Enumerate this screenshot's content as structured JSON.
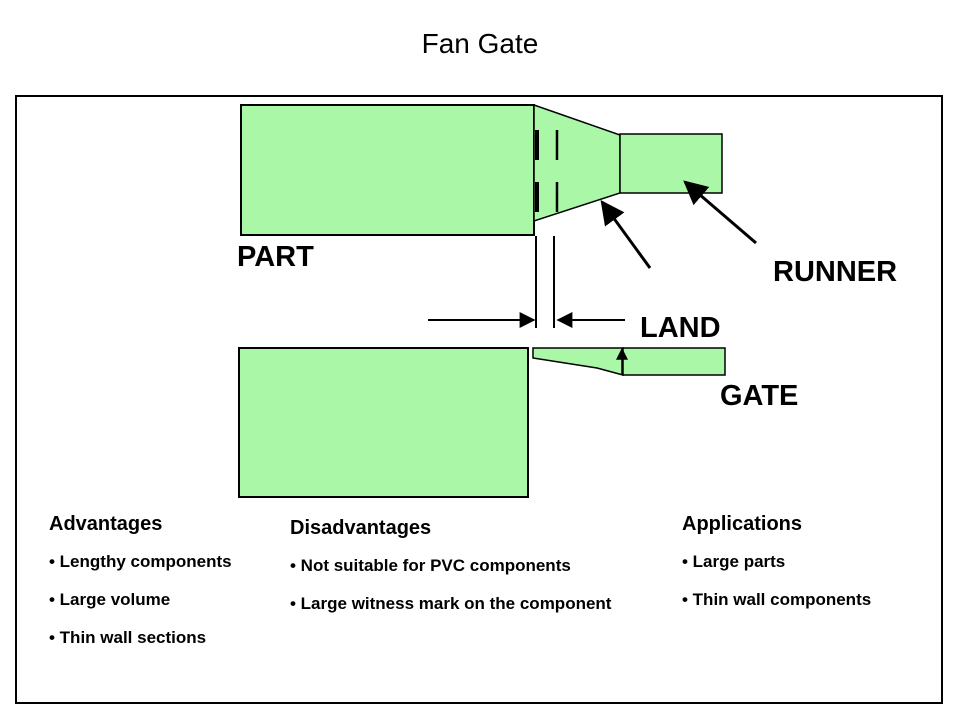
{
  "title": "Fan Gate",
  "labels": {
    "part": "PART",
    "runner": "RUNNER",
    "land": "LAND",
    "gate": "GATE"
  },
  "colors": {
    "fill": "#aaf7a8",
    "stroke": "#000000"
  },
  "advantages": {
    "heading": "Advantages",
    "items": [
      "• Lengthy components",
      "• Large volume",
      "• Thin wall sections"
    ]
  },
  "disadvantages": {
    "heading": "Disadvantages",
    "items": [
      "• Not suitable for PVC components",
      "• Large witness mark on the component"
    ]
  },
  "applications": {
    "heading": "Applications",
    "items": [
      "• Large parts",
      "• Thin wall components"
    ]
  }
}
